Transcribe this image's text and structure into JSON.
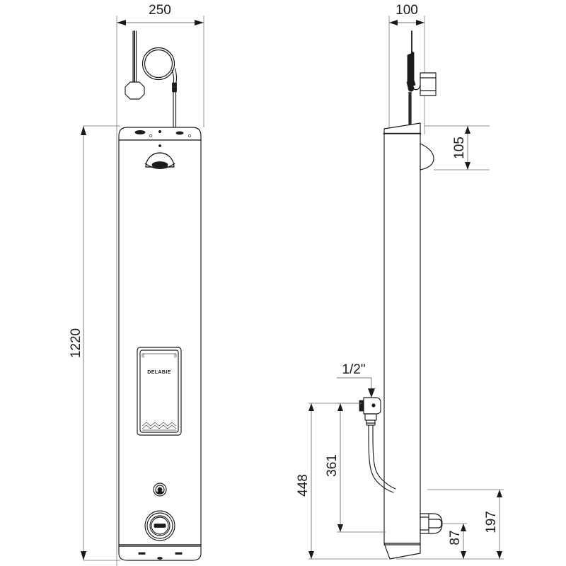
{
  "drawing": {
    "title": "Shower panel technical drawing",
    "line_color": "#1a1a1a",
    "thin_line_color": "#6b6b6b",
    "background": "#ffffff",
    "brand_label": "DELABIE"
  },
  "views": {
    "front": {
      "name": "front-elevation"
    },
    "side": {
      "name": "side-elevation"
    },
    "detail": {
      "name": "supply-detail"
    }
  },
  "dimensions": {
    "front_width": "250",
    "front_height": "1220",
    "side_width": "100",
    "spout_height": "105",
    "supply_total": "448",
    "supply_inlet": "361",
    "outlet_low": "87",
    "outlet_high": "197",
    "thread_size": "1/2\""
  }
}
